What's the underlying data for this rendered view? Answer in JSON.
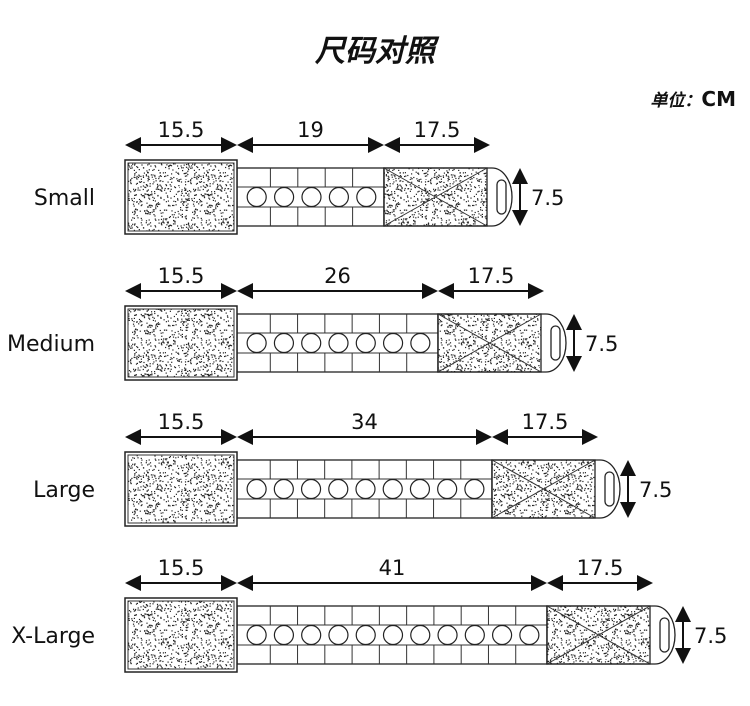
{
  "title": "尺码对照",
  "unit_label": "单位：",
  "unit": "CM",
  "sizes": [
    {
      "name": "Small",
      "left": "15.5",
      "middle": "19",
      "right": "17.5",
      "height": "7.5",
      "circles": 5
    },
    {
      "name": "Medium",
      "left": "15.5",
      "middle": "26",
      "right": "17.5",
      "height": "7.5",
      "circles": 7
    },
    {
      "name": "Large",
      "left": "15.5",
      "middle": "34",
      "right": "17.5",
      "height": "7.5",
      "circles": 9
    },
    {
      "name": "X-Large",
      "left": "15.5",
      "middle": "41",
      "right": "17.5",
      "height": "7.5",
      "circles": 11
    }
  ]
}
